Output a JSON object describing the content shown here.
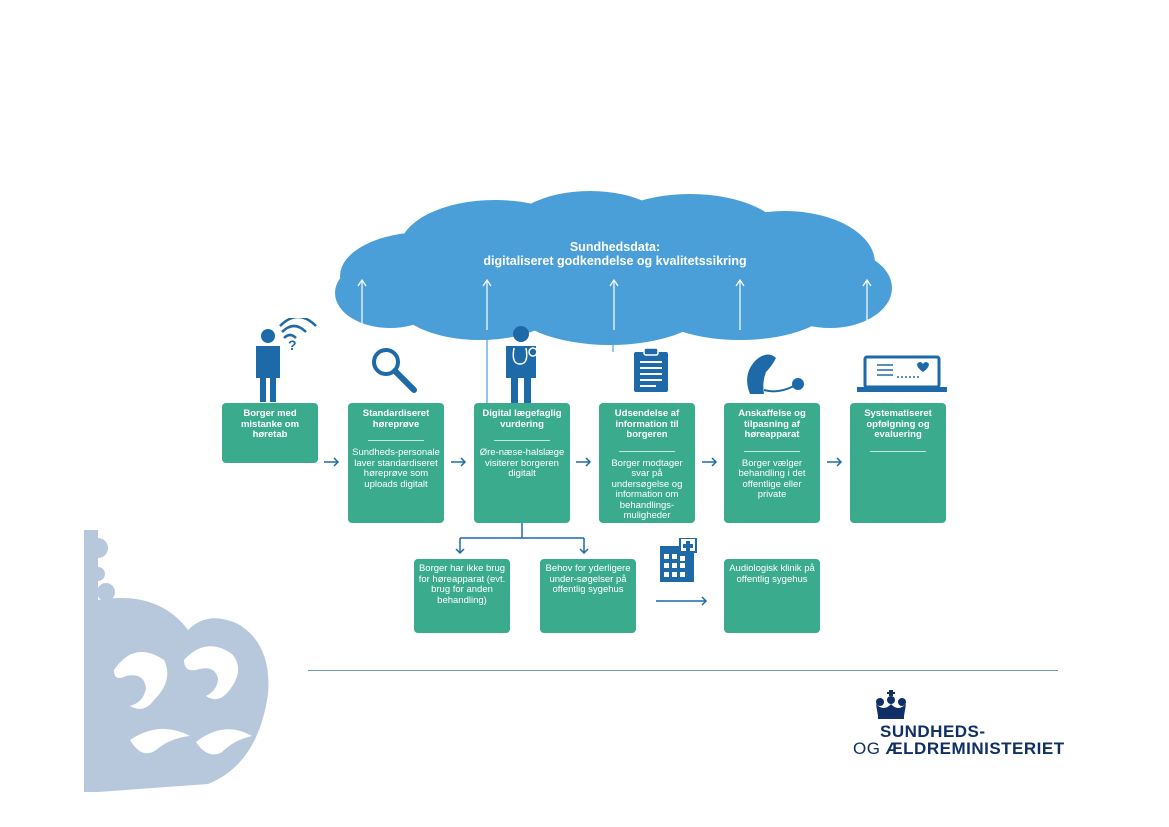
{
  "cloud": {
    "line1": "Sundhedsdata:",
    "line2": "digitaliseret godkendelse og kvalitetssikring"
  },
  "steps": [
    {
      "title": "Borger med mistanke om høretab",
      "desc": "",
      "icon": "person-with-hearing-signal-icon"
    },
    {
      "title": "Standardiseret høreprøve",
      "desc": "Sundheds-personale laver standardiseret høreprøve som uploads digitalt",
      "icon": "magnifier-icon"
    },
    {
      "title": "Digital lægefaglig vurdering",
      "desc": "Øre-næse-halslæge visiterer borgeren digitalt",
      "icon": "doctor-icon"
    },
    {
      "title": "Udsendelse af information til borgeren",
      "desc": "Borger modtager svar på undersøgelse og information om behandlings-muligheder",
      "icon": "document-icon"
    },
    {
      "title": "Anskaffelse og tilpasning af høreapparat",
      "desc": "Borger vælger behandling i det offentlige eller private",
      "icon": "hearing-aid-icon"
    },
    {
      "title": "Systematiseret opfølgning og evaluering",
      "desc": "",
      "icon": "laptop-heart-icon"
    }
  ],
  "sub_steps": [
    {
      "text": "Borger har ikke brug for høreapparat (evt. brug for anden behandling)"
    },
    {
      "text": "Behov for yderligere under-søgelser på offentlig sygehus"
    },
    {
      "text": "Audiologisk klinik på offentlig sygehus"
    }
  ],
  "logo": {
    "line1": "SUNDHEDS-",
    "line2_prefix": "OG ",
    "line2_rest": "ÆLDREMINISTERIET"
  },
  "colors": {
    "cloud": "#4a9fd8",
    "box": "#3bab8e",
    "icon": "#1e6aa8",
    "crest": "#b8c8dc",
    "logo": "#0f2f66"
  }
}
